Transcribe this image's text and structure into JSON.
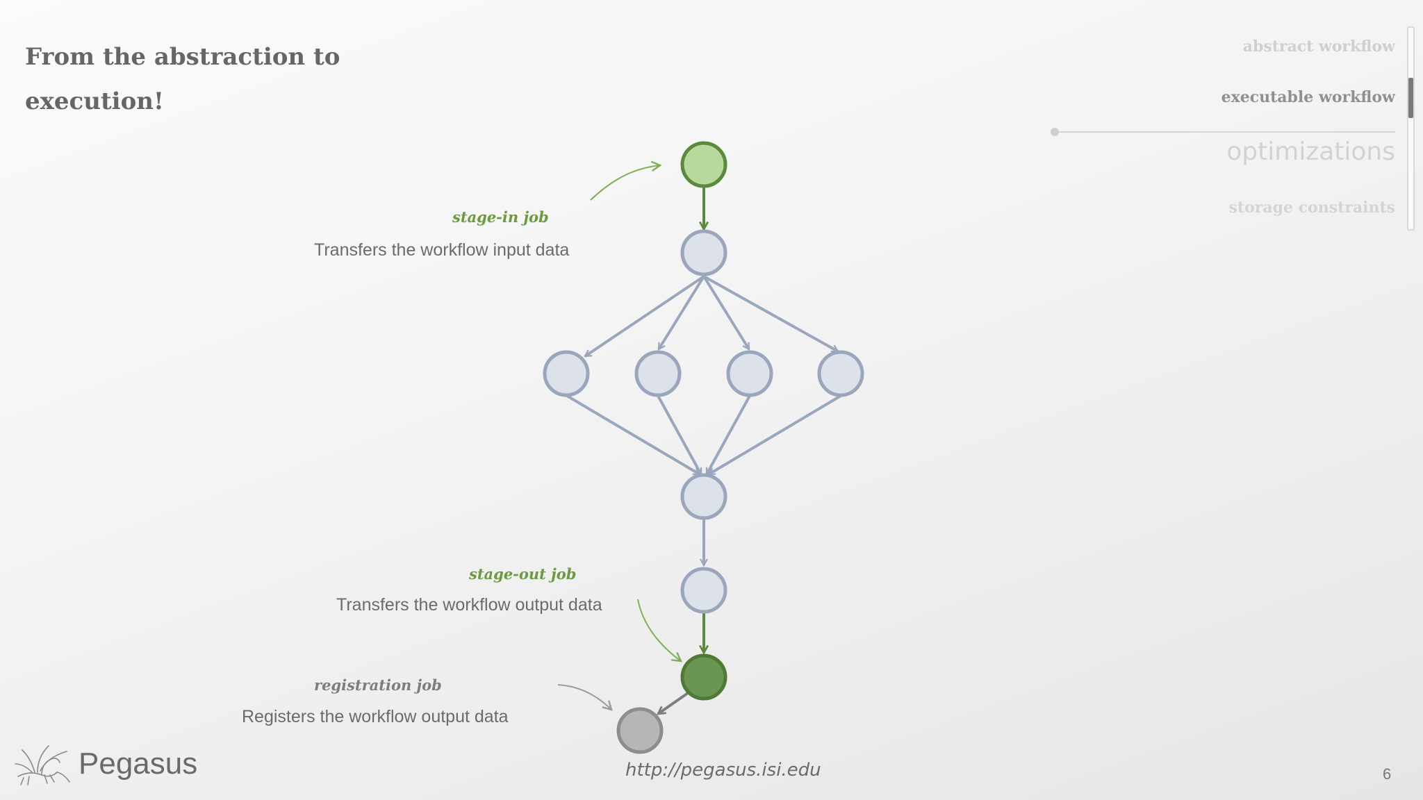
{
  "slide": {
    "title": "From the abstraction to execution!",
    "page_number": "6"
  },
  "nav": {
    "items": [
      {
        "label": "abstract workflow"
      },
      {
        "label": "executable workflow"
      },
      {
        "label": "optimizations"
      },
      {
        "label": "storage constraints"
      }
    ],
    "active": "executable workflow"
  },
  "annotations": {
    "stage_in": {
      "title": "stage-in job",
      "description": "Transfers the workflow input data"
    },
    "stage_out": {
      "title": "stage-out job",
      "description": "Transfers the workflow output data"
    },
    "registration": {
      "title": "registration job",
      "description": "Registers the workflow output data"
    }
  },
  "footer": {
    "brand": "Pegasus",
    "url": "http://pegasus.isi.edu"
  },
  "colors": {
    "green_light": "#b8d89e",
    "green_dark": "#6b9552",
    "green_stroke": "#5a8a3c",
    "blue_fill": "#dde1ea",
    "blue_stroke": "#9aa6bb",
    "grey_fill": "#b6b6b8",
    "grey_stroke": "#8d8d8f"
  }
}
